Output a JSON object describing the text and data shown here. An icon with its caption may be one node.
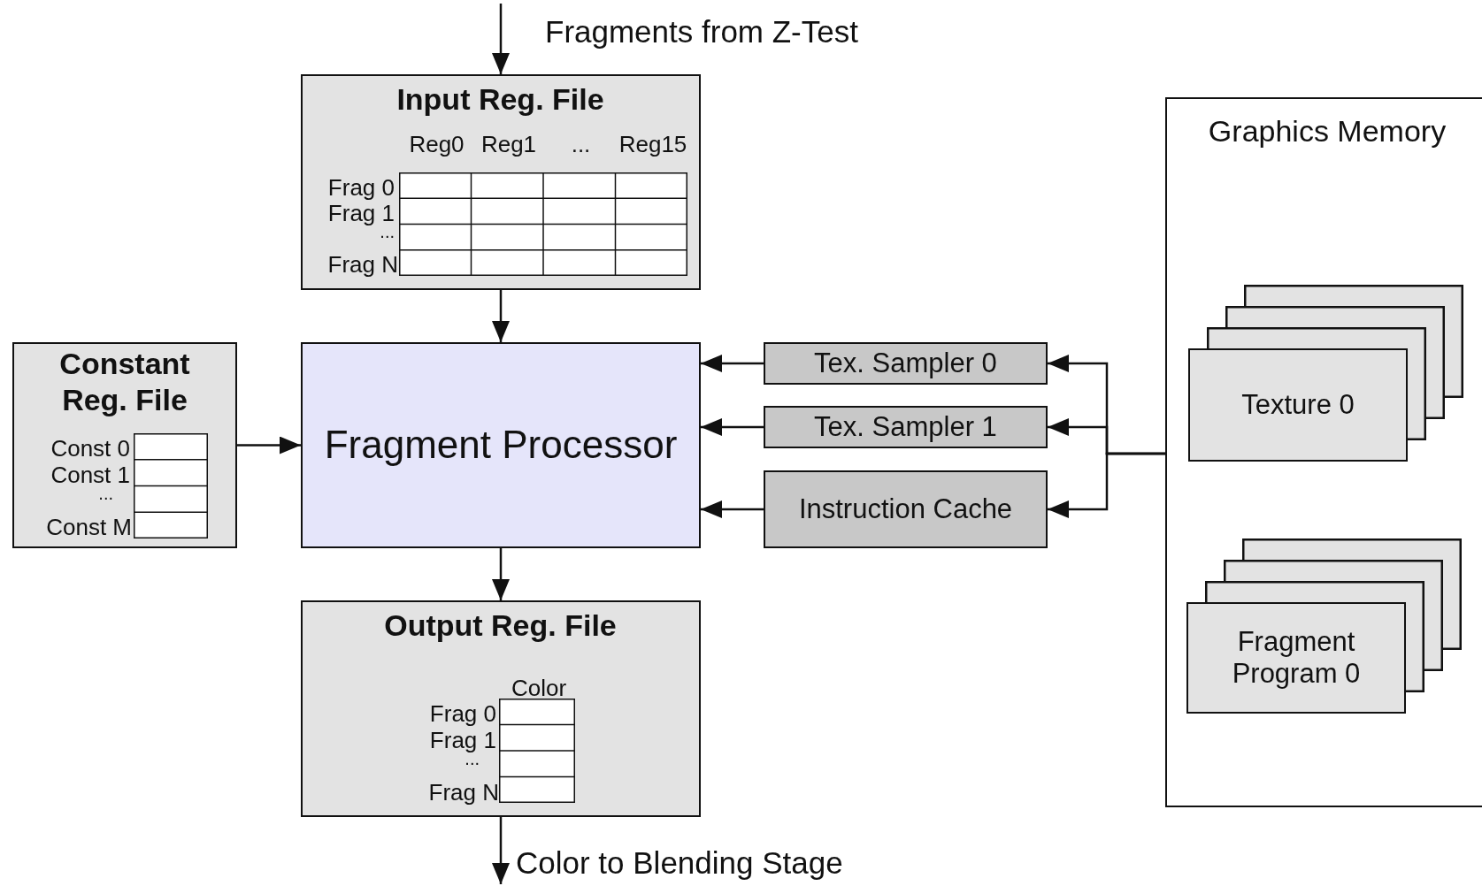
{
  "diagram": {
    "nodes": [
      {
        "text": [
          "Input Reg. File",
          "Reg0",
          "Reg1",
          "...",
          "Reg15",
          "Frag 0",
          "Frag 1",
          "...",
          "Frag N"
        ]
      },
      {
        "text": [
          "Constant Reg. File",
          "Const 0",
          "Const 1",
          "...",
          "Const M"
        ]
      },
      {
        "text": [
          "Fragment Processor"
        ]
      },
      {
        "text": [
          "Tex. Sampler 0"
        ]
      },
      {
        "text": [
          "Tex. Sampler 1"
        ]
      },
      {
        "text": [
          "Instruction Cache"
        ]
      },
      {
        "text": [
          "Output Reg. File",
          "Color",
          "Frag 0",
          "Frag 1",
          "...",
          "Frag N"
        ]
      },
      {
        "text": [
          "Graphics Memory"
        ]
      },
      {
        "text": [
          "Texture 0"
        ],
        "in": 7
      },
      {
        "text": [
          "Fragment Program 0"
        ],
        "in": 7
      }
    ],
    "edges": [
      {
        "from": null,
        "to": 0,
        "arrow": "to",
        "label": "Fragments from Z-Test"
      },
      {
        "from": 0,
        "to": 2,
        "arrow": "to"
      },
      {
        "from": 1,
        "to": 2,
        "arrow": "to"
      },
      {
        "from": 3,
        "to": 2,
        "arrow": "to"
      },
      {
        "from": 4,
        "to": 2,
        "arrow": "to"
      },
      {
        "from": 5,
        "to": 2,
        "arrow": "to"
      },
      {
        "from": 7,
        "to": 3,
        "arrow": "to"
      },
      {
        "from": 7,
        "to": 4,
        "arrow": "to"
      },
      {
        "from": 7,
        "to": 5,
        "arrow": "to"
      },
      {
        "from": 2,
        "to": 6,
        "arrow": "to"
      },
      {
        "from": 6,
        "to": null,
        "arrow": "to",
        "label": "Color to Blending Stage"
      }
    ]
  }
}
